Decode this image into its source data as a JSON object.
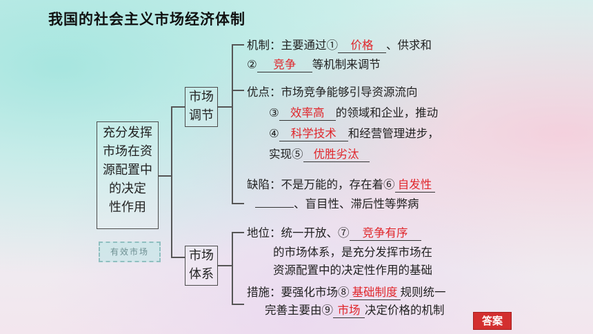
{
  "title": "我国的社会主义市场经济体制",
  "root": {
    "lines": [
      "充分发挥",
      "市场在资",
      "源配置中",
      "的决定",
      "性作用"
    ]
  },
  "stamp_text": "有效市场",
  "branch1": {
    "label_lines": [
      "市场",
      "调节"
    ]
  },
  "branch2": {
    "label_lines": [
      "市场",
      "体系"
    ]
  },
  "mechanism": {
    "l1_prefix": "机制：主要通过①",
    "a1": "价格",
    "l1_suffix": "、供求和",
    "l2_prefix": "②",
    "a2": "竞争",
    "l2_suffix": "等机制来调节"
  },
  "advantage": {
    "l1": "优点：市场竞争能够引导资源流向",
    "l2_prefix": "③",
    "a3": "效率高",
    "l2_suffix": "的领域和企业，推动",
    "l3_prefix": "④",
    "a4": "科学技术",
    "l3_suffix": "和经营管理进步，",
    "l4_prefix": "实现⑤",
    "a5": "优胜劣汰"
  },
  "defect": {
    "l1_prefix": "缺陷：不是万能的，存在着⑥",
    "a6": "自发性",
    "l2_suffix": "、盲目性、滞后性等弊病"
  },
  "status": {
    "l1_prefix": "地位：统一开放、⑦",
    "a7": "竞争有序",
    "l2": "的市场体系，是充分发挥市场在",
    "l3": "资源配置中的决定性作用的基础"
  },
  "measure": {
    "l1_prefix": "措施：要强化市场⑧",
    "a8": "基础制度",
    "l1_suffix": "规则统一",
    "l2_prefix": "完善主要由⑨",
    "a9": "市场",
    "l2_suffix": "决定价格的机制"
  },
  "answer_button": "答案"
}
